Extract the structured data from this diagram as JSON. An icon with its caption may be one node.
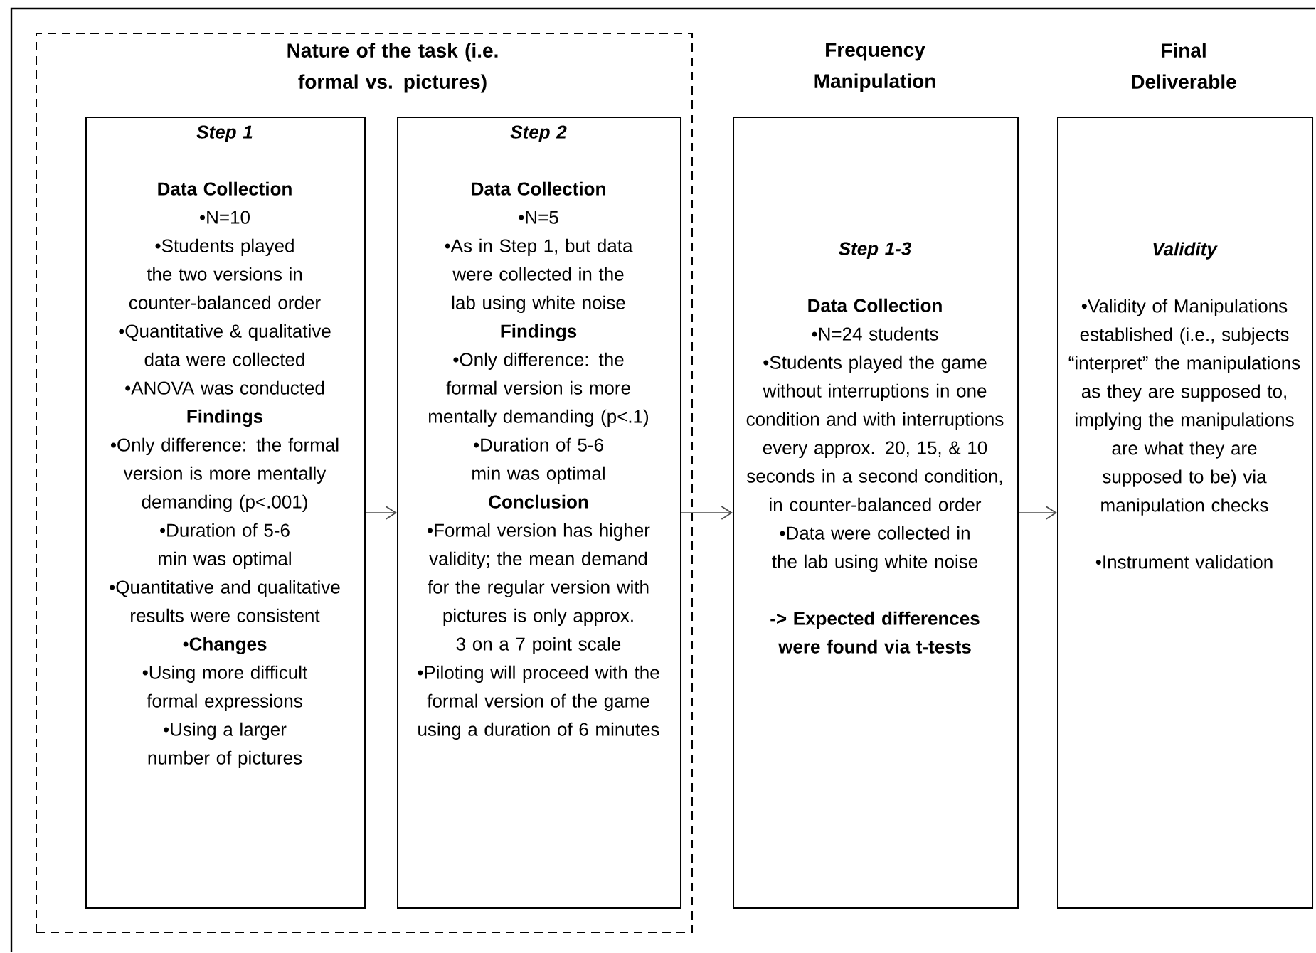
{
  "diagram": {
    "nodes": [
      {
        "text": [
          "Nature of the task (i.e. formal vs. pictures)"
        ]
      },
      {
        "text": [
          "Step 1",
          "Data Collection",
          "•N=10",
          "•Students played the two versions in counter-balanced order",
          "•Quantitative & qualitative data were collected",
          "•ANOVA was conducted",
          "Findings",
          "•Only difference: the formal version is more mentally demanding (p<.001)",
          "•Duration of 5-6 min was optimal",
          "•Quantitative and qualitative results were consistent",
          "•**Changes**",
          "•Using more difficult formal expressions",
          "•Using a larger number of pictures"
        ],
        "in": 0
      },
      {
        "text": [
          "Step 2",
          "Data Collection",
          "•N=5",
          "•As in Step 1, but data were collected in the lab using white noise",
          "Findings",
          "•Only difference: the formal version is more mentally demanding (p<.1)",
          "•Duration of 5-6 min was optimal",
          "Conclusion",
          "•Formal version has higher validity; the mean demand for the regular version with pictures is only approx. 3 on a 7 point scale",
          "•Piloting will proceed with the formal version of the game using a duration of 6 minutes"
        ],
        "in": 0
      },
      {
        "text": [
          "Frequency Manipulation",
          "Step 1-3",
          "Data Collection",
          "•N=24 students",
          "•Students played the game without interruptions in one condition and with interruptions every approx. 20, 15, & 10 seconds in a second condition, in counter-balanced order",
          "•Data were collected in the lab using white noise",
          "-> Expected differences were found via t-tests"
        ]
      },
      {
        "text": [
          "Final Deliverable",
          "Validity",
          "•Validity of Manipulations established (i.e., subjects “interpret” the manipulations as they are supposed to, implying the manipulations are what they are supposed to be) via manipulation checks",
          "•Instrument validation"
        ]
      }
    ],
    "edges": [
      {
        "from": 1,
        "to": 2,
        "arrow": "to"
      },
      {
        "from": 2,
        "to": 3,
        "arrow": "to"
      },
      {
        "from": 3,
        "to": 4,
        "arrow": "to"
      }
    ]
  }
}
